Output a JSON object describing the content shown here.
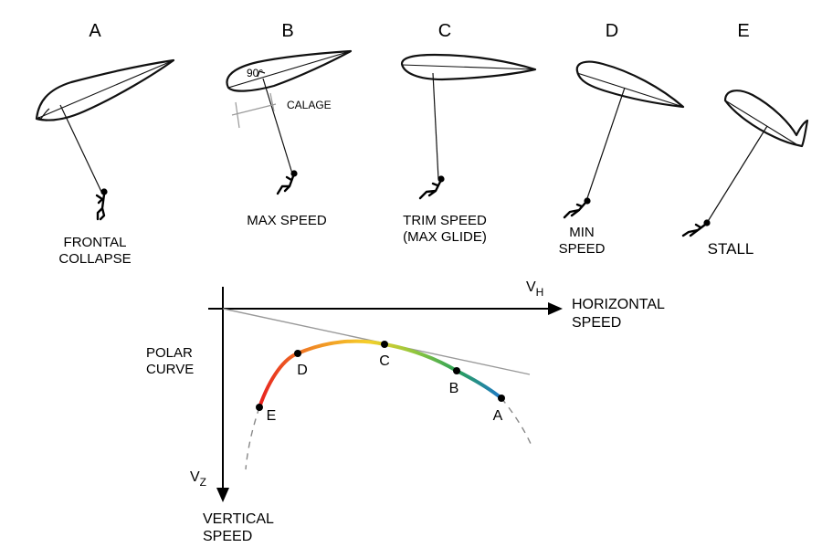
{
  "wings": [
    {
      "id": "A",
      "caption": [
        "FRONTAL",
        "COLLAPSE"
      ]
    },
    {
      "id": "B",
      "caption": [
        "MAX SPEED"
      ]
    },
    {
      "id": "C",
      "caption": [
        "TRIM SPEED",
        "(MAX GLIDE)"
      ]
    },
    {
      "id": "D",
      "caption": [
        "MIN",
        "SPEED"
      ]
    },
    {
      "id": "E",
      "caption": [
        "STALL"
      ]
    }
  ],
  "annotations": {
    "angle": "90°",
    "calage": "CALAGE"
  },
  "axes": {
    "h_symbol": "V",
    "h_sub": "H",
    "h_label": [
      "HORIZONTAL",
      "SPEED"
    ],
    "v_symbol": "V",
    "v_sub": "Z",
    "v_label": [
      "VERTICAL",
      "SPEED"
    ]
  },
  "polar": {
    "label": [
      "POLAR",
      "CURVE"
    ],
    "points": [
      "E",
      "D",
      "C",
      "B",
      "A"
    ],
    "gradient_colors": [
      "#e8211f",
      "#f08a24",
      "#f6d02a",
      "#8cc63f",
      "#2aa05a",
      "#1f78c8"
    ],
    "tangent_color": "#999999",
    "dash_color": "#888888"
  }
}
